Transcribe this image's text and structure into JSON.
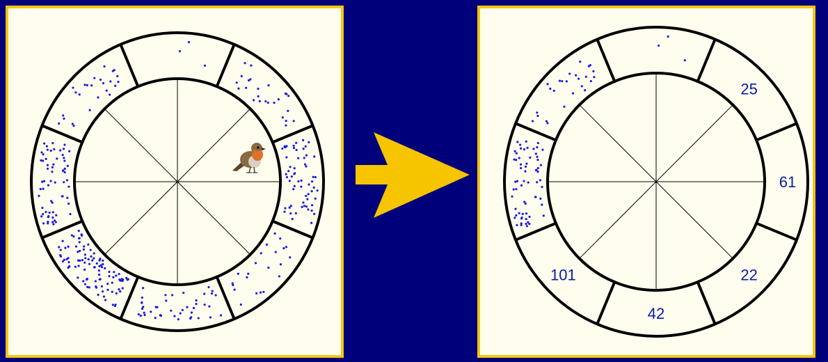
{
  "colors": {
    "background": "#00007a",
    "panel_fill": "#fffeee",
    "panel_border": "#f3c514",
    "ring_stroke": "#000000",
    "dot_color": "#1a1ae6",
    "count_text": "#0a1aa8",
    "arrow": "#f7c400"
  },
  "icons": {
    "bird": "robin-icon",
    "arrow": "right-arrow-icon"
  },
  "diagram": {
    "sectors": [
      "N",
      "NE",
      "E",
      "SE",
      "S",
      "SW",
      "W",
      "NW"
    ],
    "left_wheel": {
      "dot_counts": [
        3,
        25,
        61,
        22,
        42,
        101,
        64,
        25
      ]
    },
    "right_wheel": {
      "counts": [
        {
          "sector": "NE",
          "label": "25"
        },
        {
          "sector": "E",
          "label": "61"
        },
        {
          "sector": "SE",
          "label": "22"
        },
        {
          "sector": "S",
          "label": "42"
        },
        {
          "sector": "SW",
          "label": "101"
        }
      ],
      "dotted_sectors": [
        "W",
        "NW",
        "N"
      ]
    }
  }
}
